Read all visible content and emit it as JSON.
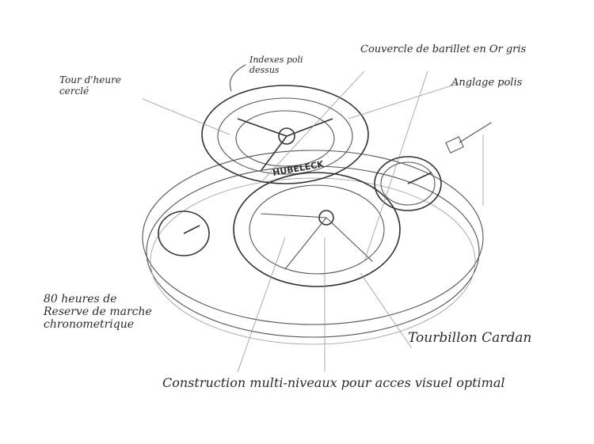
{
  "labels": {
    "tour_heure": "Tour d'heure\ncerclé",
    "indexes": "Indexes poli\ndessus",
    "couvercle": "Couvercle de barillet en Or gris",
    "anglage": "Anglage polis",
    "reserve": "80 heures de\nReserve de marche\nchronometrique",
    "tourbillon": "Tourbillon Cardan",
    "construction": "Construction multi-niveaux pour acces visuel optimal"
  },
  "dial_text": "HUBELECK"
}
